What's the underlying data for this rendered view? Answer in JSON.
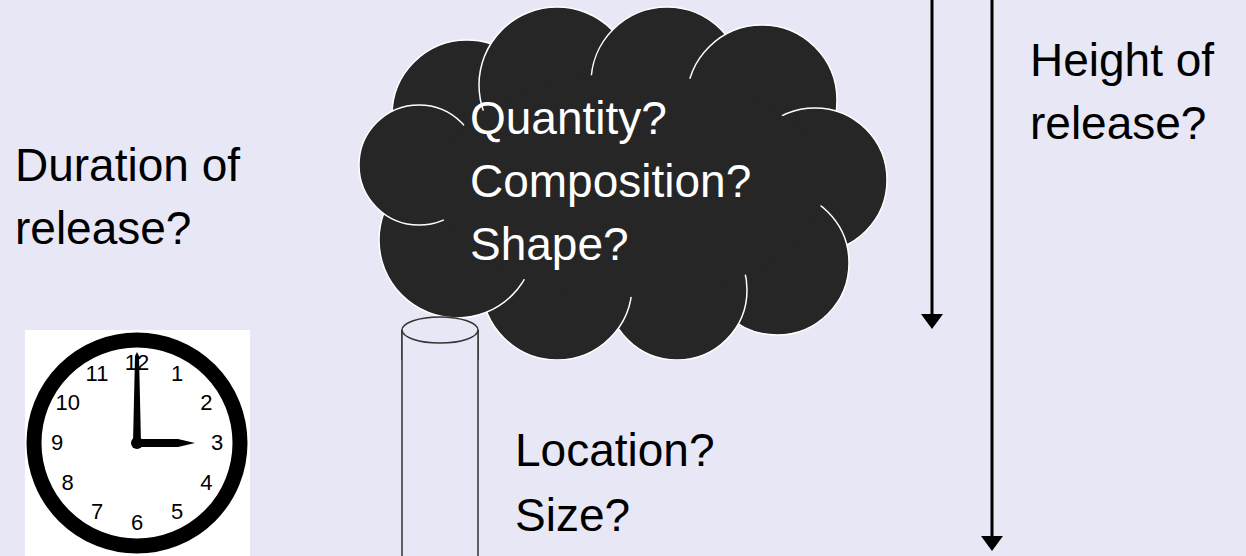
{
  "diagram": {
    "nodes": [
      {
        "text": [
          "Quantity?",
          "Composition?",
          "Shape?"
        ]
      }
    ],
    "labels": [
      "Duration of release?",
      "Height of release?",
      "Location?",
      "Size?",
      "12",
      "1",
      "2",
      "3",
      "4",
      "5",
      "6",
      "7",
      "8",
      "9",
      "10",
      "11"
    ]
  }
}
